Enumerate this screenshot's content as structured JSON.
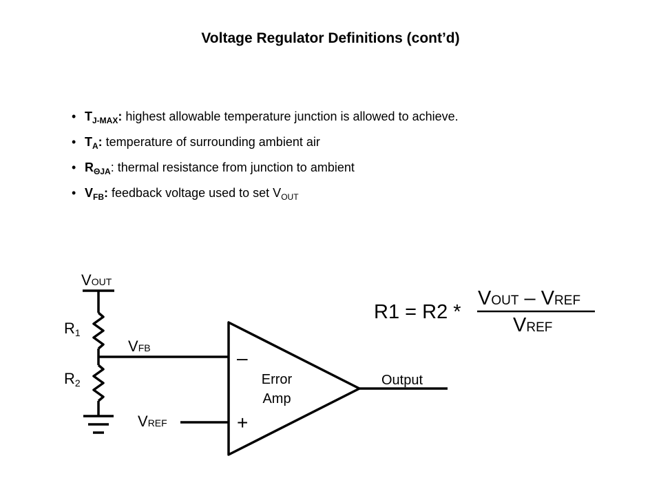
{
  "title": "Voltage Regulator Definitions (cont’d)",
  "bullets": [
    {
      "term": "T",
      "term_sub": "J-MAX",
      "sep": ":",
      "text": " highest allowable temperature junction is allowed to achieve.",
      "tail": "",
      "tail_sub": ""
    },
    {
      "term": "T",
      "term_sub": "A",
      "sep": ":",
      "text": " temperature of surrounding ambient air",
      "tail": "",
      "tail_sub": ""
    },
    {
      "term": "R",
      "term_sub": "ΘJA",
      "sep": ":",
      "text": " thermal resistance from junction to ambient",
      "tail": "",
      "tail_sub": ""
    },
    {
      "term": "V",
      "term_sub": "FB",
      "sep": ":",
      "text": " feedback voltage used to set V",
      "tail": "",
      "tail_sub": "OUT"
    }
  ],
  "diagram": {
    "vout_label": "V",
    "vout_sub": "OUT",
    "r1_label": "R",
    "r1_sub": "1",
    "r2_label": "R",
    "r2_sub": "2",
    "vfb_label": "V",
    "vfb_sub": "FB",
    "vref_label": "V",
    "vref_sub": "REF",
    "minus_sign": "–",
    "plus_sign": "+",
    "amp_line1": "Error",
    "amp_line2": "Amp",
    "output_label": "Output"
  },
  "formula": {
    "lhs": "R1 = R2 *",
    "num_v1": "V",
    "num_v1_sub": "OUT",
    "num_op": " – ",
    "num_v2": "V",
    "num_v2_sub": "REF",
    "den_v": "V",
    "den_v_sub": "REF"
  }
}
